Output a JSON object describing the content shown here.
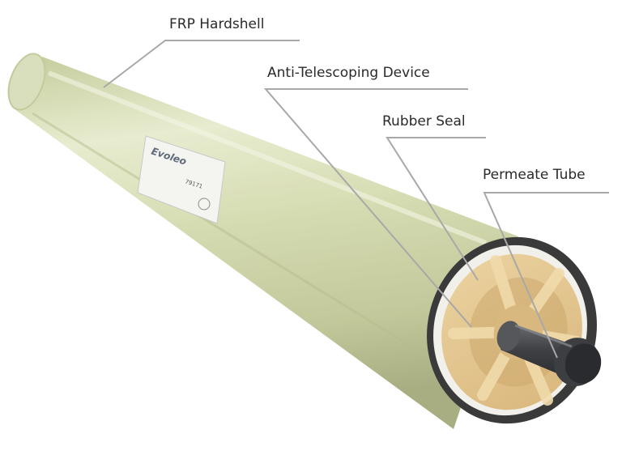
{
  "callouts": {
    "frp_hardshell": "FRP Hardshell",
    "anti_telescoping_device": "Anti-Telescoping Device",
    "rubber_seal": "Rubber Seal",
    "permeate_tube": "Permeate Tube"
  },
  "product_label": {
    "brand": "Evoleo",
    "number": "79171"
  },
  "colors": {
    "shell": "#d6dcb2",
    "end_cap": "#e3c48d",
    "seal": "#3a3a3a",
    "permeate_tube": "#4d4f53",
    "leader_line": "#a8a8a8"
  }
}
